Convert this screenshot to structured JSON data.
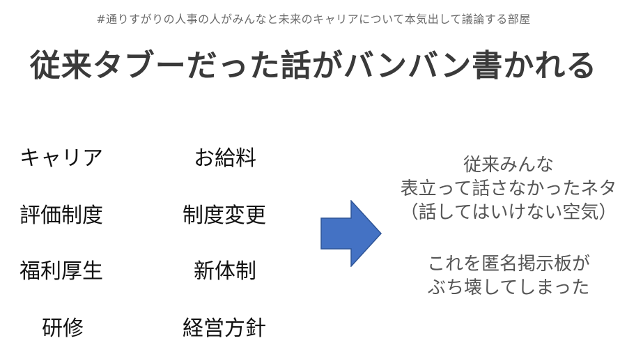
{
  "header": {
    "hashtag": "#通りすがりの人事の人がみんなと未来のキャリアについて本気出して議論する部屋",
    "title": "従来タブーだった話がバンバン書かれる"
  },
  "topics": {
    "left": [
      "キャリア",
      "評価制度",
      "福利厚生",
      "研修"
    ],
    "right": [
      "お給料",
      "制度変更",
      "新体制",
      "経営方針"
    ]
  },
  "arrow": {
    "icon": "right-arrow-icon",
    "color": "#4472c4",
    "stroke": "#2f5597"
  },
  "message": {
    "line1": "従来みんな",
    "line2": "表立って話さなかったネタ",
    "line3": "（話してはいけない空気）",
    "line4": "これを匿名掲示板が",
    "line5": "ぶち壊してしまった"
  }
}
